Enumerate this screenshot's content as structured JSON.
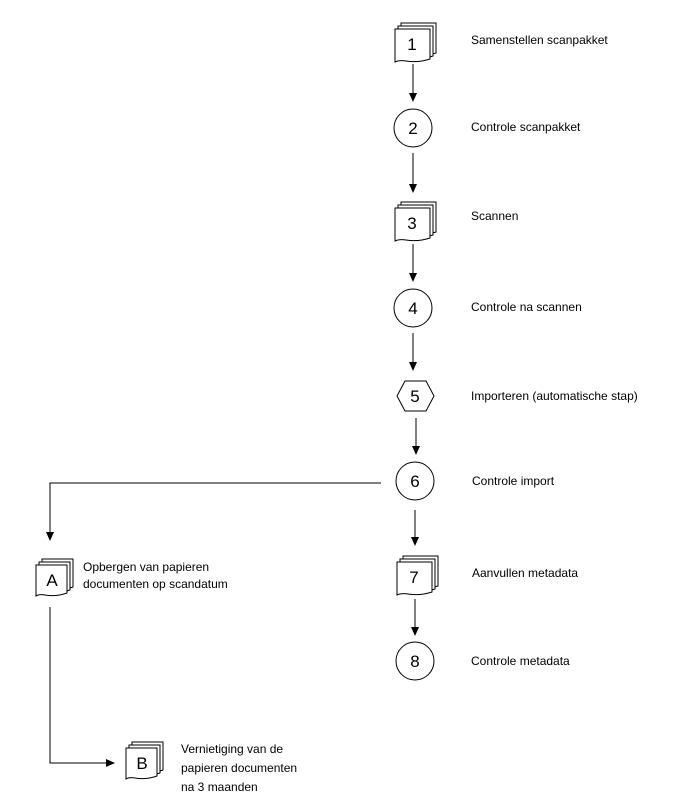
{
  "steps": [
    {
      "id": "1",
      "shape": "document-stack",
      "label": "Samenstellen scanpakket"
    },
    {
      "id": "2",
      "shape": "circle",
      "label": "Controle scanpakket"
    },
    {
      "id": "3",
      "shape": "document-stack",
      "label": "Scannen"
    },
    {
      "id": "4",
      "shape": "circle",
      "label": "Controle na scannen"
    },
    {
      "id": "5",
      "shape": "hexagon",
      "label": "Importeren (automatische stap)"
    },
    {
      "id": "6",
      "shape": "circle",
      "label": "Controle import"
    },
    {
      "id": "7",
      "shape": "document-stack",
      "label": "Aanvullen metadata"
    },
    {
      "id": "8",
      "shape": "circle",
      "label": "Controle metadata"
    }
  ],
  "side_steps": [
    {
      "id": "A",
      "shape": "document-stack",
      "label_lines": [
        "Opbergen van papieren",
        "documenten op scandatum"
      ]
    },
    {
      "id": "B",
      "shape": "document-stack",
      "label_lines": [
        "Vernietiging van de",
        "papieren documenten",
        "na 3 maanden"
      ]
    }
  ],
  "colors": {
    "stroke": "#000000",
    "fill": "#ffffff",
    "text": "#000000"
  }
}
